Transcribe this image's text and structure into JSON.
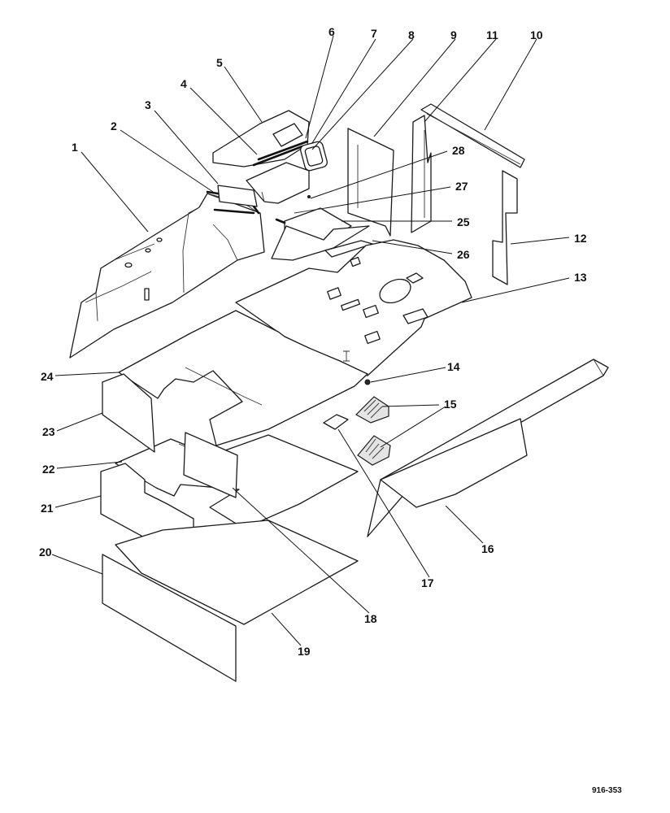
{
  "callouts": [
    {
      "id": "1",
      "label": "1"
    },
    {
      "id": "2",
      "label": "2"
    },
    {
      "id": "3",
      "label": "3"
    },
    {
      "id": "4",
      "label": "4"
    },
    {
      "id": "5",
      "label": "5"
    },
    {
      "id": "6",
      "label": "6"
    },
    {
      "id": "7",
      "label": "7"
    },
    {
      "id": "8",
      "label": "8"
    },
    {
      "id": "9",
      "label": "9"
    },
    {
      "id": "10",
      "label": "10"
    },
    {
      "id": "11",
      "label": "11"
    },
    {
      "id": "12",
      "label": "12"
    },
    {
      "id": "13",
      "label": "13"
    },
    {
      "id": "14",
      "label": "14"
    },
    {
      "id": "15",
      "label": "15"
    },
    {
      "id": "16",
      "label": "16"
    },
    {
      "id": "17",
      "label": "17"
    },
    {
      "id": "18",
      "label": "18"
    },
    {
      "id": "19",
      "label": "19"
    },
    {
      "id": "20",
      "label": "20"
    },
    {
      "id": "21",
      "label": "21"
    },
    {
      "id": "22",
      "label": "22"
    },
    {
      "id": "23",
      "label": "23"
    },
    {
      "id": "24",
      "label": "24"
    },
    {
      "id": "25",
      "label": "25"
    },
    {
      "id": "26",
      "label": "26"
    },
    {
      "id": "27",
      "label": "27"
    },
    {
      "id": "28",
      "label": "28"
    }
  ],
  "figure_ref": "916-353"
}
